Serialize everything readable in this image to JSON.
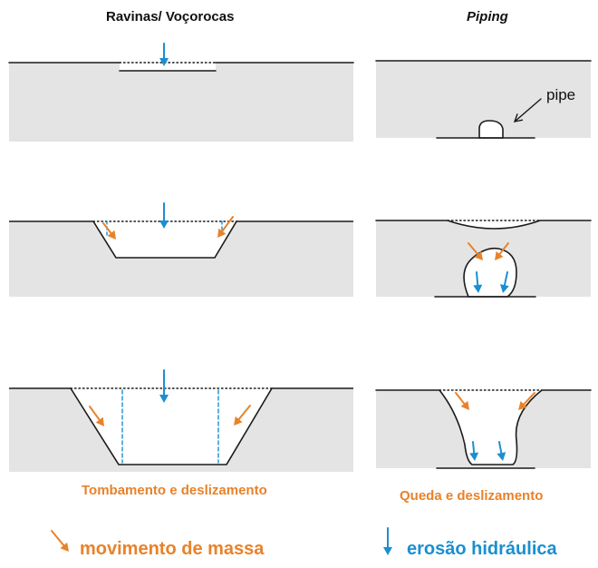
{
  "titles": {
    "left": "Ravinas/ Voçorocas",
    "right": "Piping"
  },
  "labels": {
    "pipe": "pipe"
  },
  "captions": {
    "left": "Tombamento e deslizamento",
    "right": "Queda e deslizamento"
  },
  "legend": {
    "mass_movement": "movimento de massa",
    "hydraulic_erosion": "erosão hidráulica"
  },
  "colors": {
    "soil": "#e4e4e4",
    "line": "#1a1a1a",
    "orange": "#e8822a",
    "blue": "#1a8fd1"
  }
}
